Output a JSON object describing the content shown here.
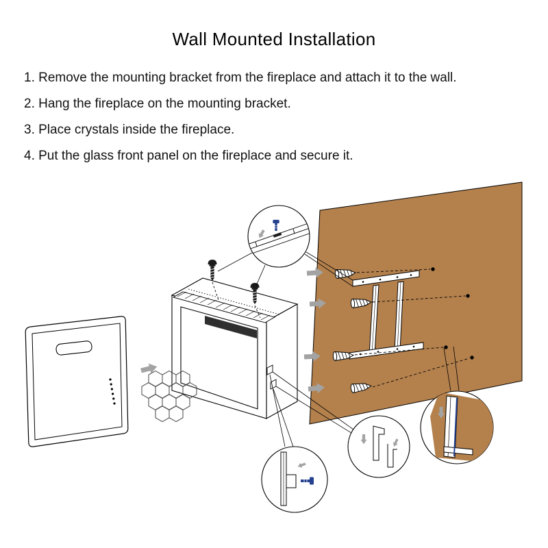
{
  "title": "Wall Mounted Installation",
  "steps": [
    "1. Remove the mounting bracket from the fireplace and attach it to the wall.",
    "2. Hang the fireplace on the mounting bracket.",
    "3. Place crystals inside the fireplace.",
    "4. Put the glass front panel on the fireplace and secure it."
  ],
  "colors": {
    "wall": "#b4814d",
    "screw_blue": "#24418f",
    "arrow_gray": "#a3a3a3",
    "outline": "#000000",
    "vent_dark": "#2f2f2f"
  },
  "diagram_parts": {
    "wall": "wall",
    "mounting_bracket": "mounting-bracket",
    "wall_anchors": "wall-anchors",
    "mounting_screws": "mounting-screws",
    "fireplace": "fireplace-unit",
    "crystals": "crystal-hexagons",
    "glass_panel": "glass-front-panel",
    "callouts": "detail-callout-circles"
  }
}
